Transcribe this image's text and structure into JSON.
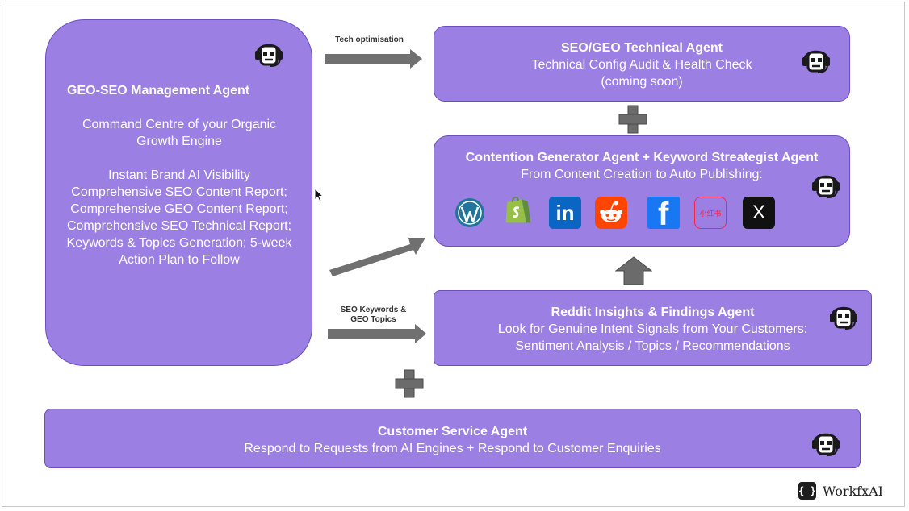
{
  "management": {
    "title": "GEO-SEO Management Agent",
    "line1": "Command Centre of your Organic Growth Engine",
    "line2": "Instant Brand AI Visibility Comprehensive SEO Content Report; Comprehensive GEO Content Report; Comprehensive SEO Technical Report; Keywords & Topics Generation; 5-week Action Plan to Follow"
  },
  "arrows": {
    "tech_label": "Tech optimisation",
    "seo_label_1": "SEO Keywords &",
    "seo_label_2": "GEO Topics"
  },
  "technical": {
    "title": "SEO/GEO Technical Agent",
    "line1": "Technical Config Audit & Health Check",
    "line2": "(coming soon)"
  },
  "content": {
    "title": "Contention Generator Agent + Keyword Streategist Agent",
    "line1": "From Content Creation to Auto Publishing:"
  },
  "platforms": [
    "wordpress-icon",
    "shopify-icon",
    "linkedin-icon",
    "reddit-icon",
    "facebook-icon",
    "xiaohongshu-icon",
    "x-icon"
  ],
  "platform_text": {
    "linkedin": "in",
    "facebook": "f",
    "xiaohongshu": "小红书",
    "x": "X"
  },
  "reddit": {
    "title": "Reddit Insights & Findings Agent",
    "line1": "Look for Genuine Intent Signals from Your Customers:",
    "line2": "Sentiment Analysis / Topics / Recommendations"
  },
  "customer": {
    "title": "Customer Service Agent",
    "line1": "Respond to Requests from AI Engines + Respond to Customer Enquiries"
  },
  "brand": {
    "mark": "{ }",
    "name": "WorkfxAI"
  },
  "colors": {
    "box_fill": "#9b7fe3",
    "box_border": "#6a4fc0",
    "arrow": "#707070",
    "plus": "#6b6b6b"
  }
}
